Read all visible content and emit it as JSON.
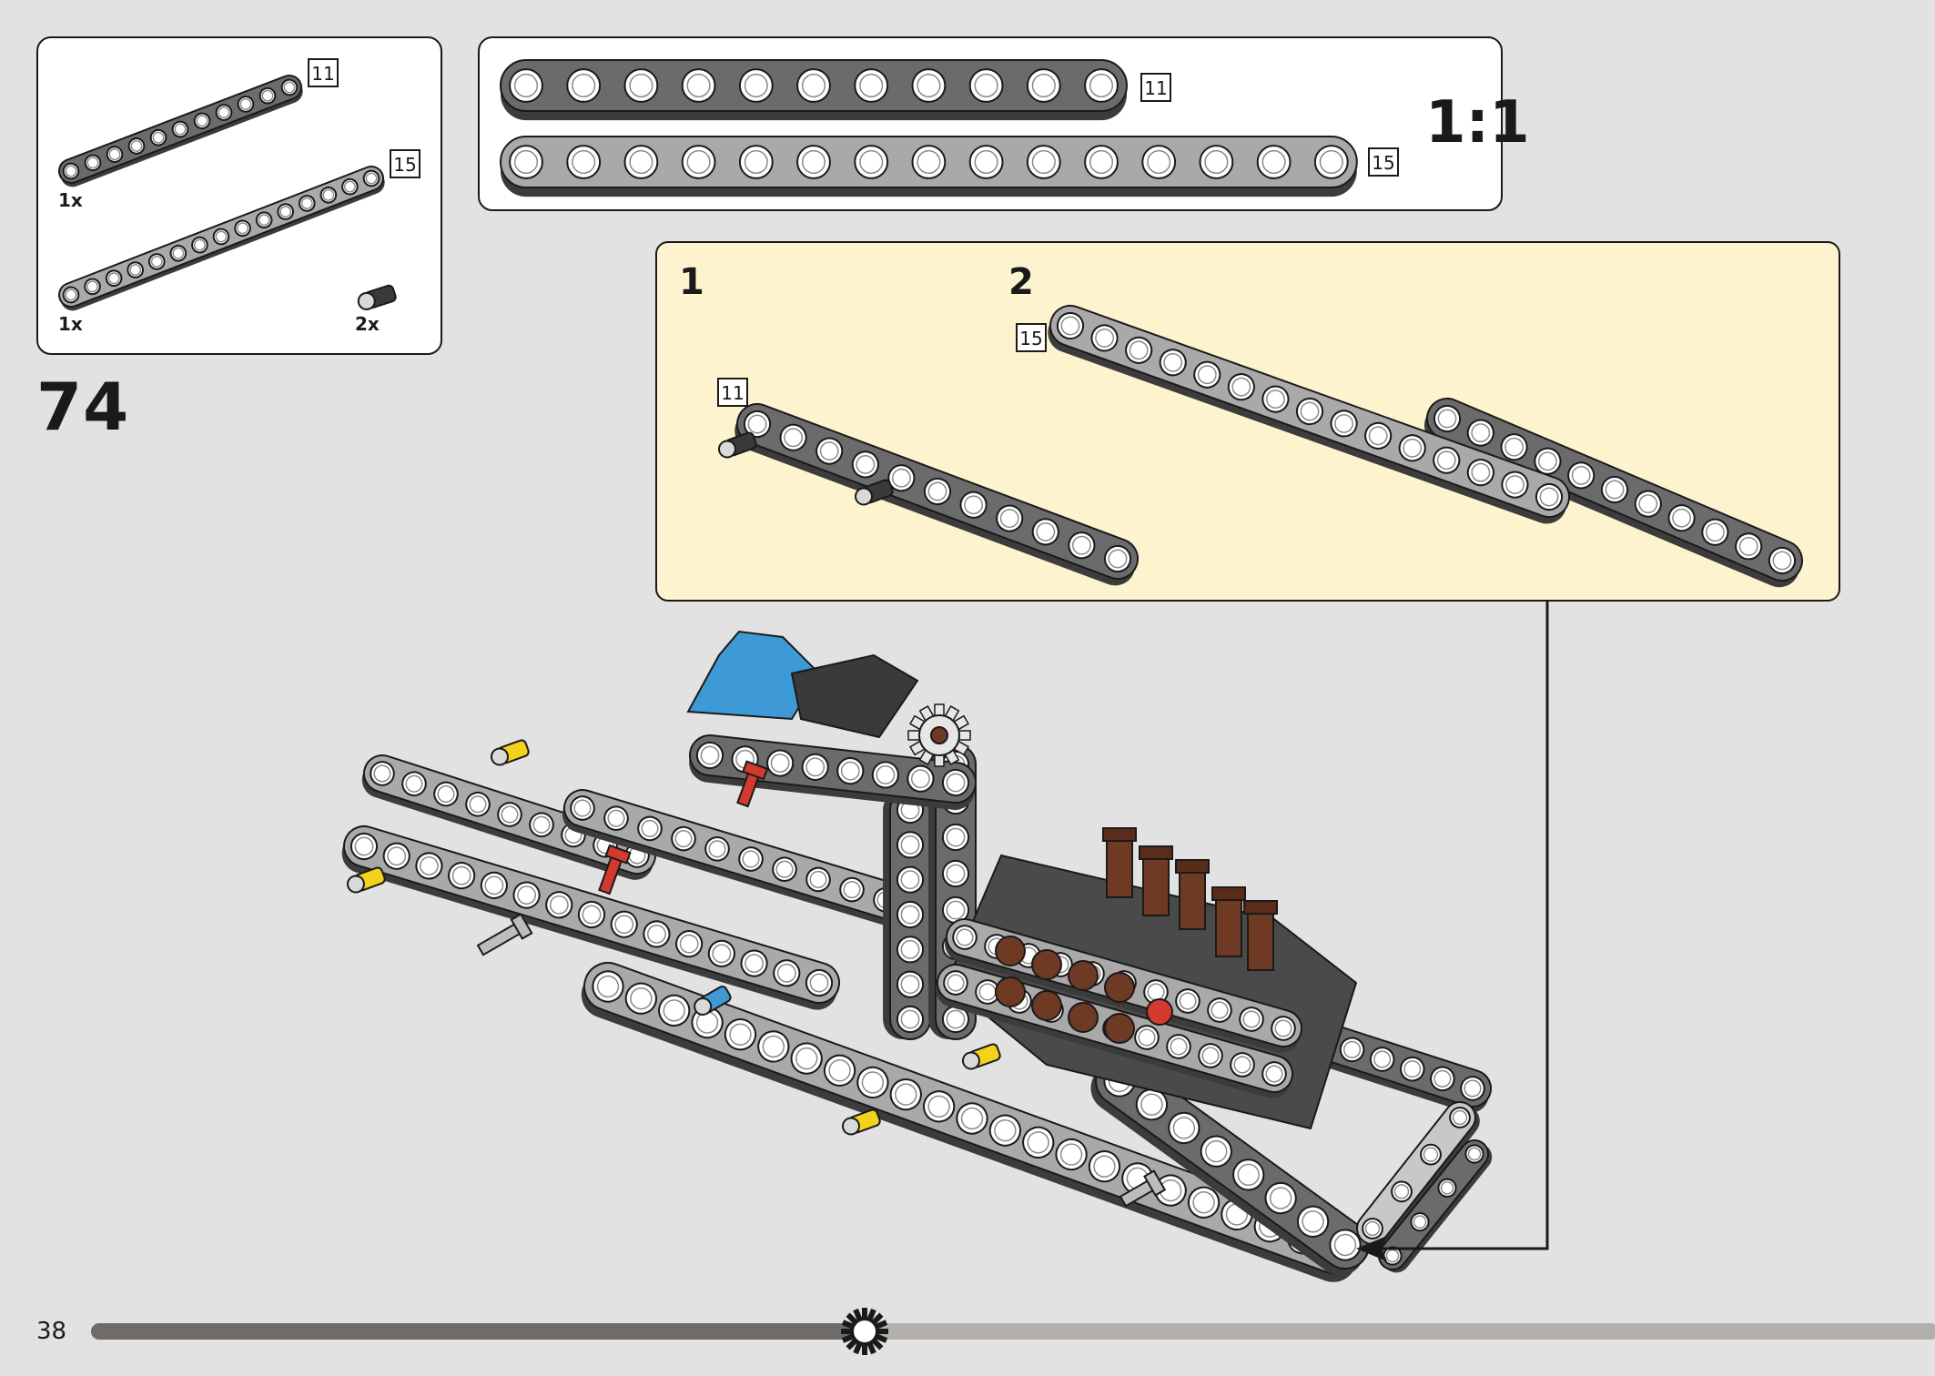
{
  "parts_callout": {
    "items": [
      {
        "length_label": "11",
        "quantity": "1x",
        "color": "#6b6b6b"
      },
      {
        "length_label": "15",
        "quantity": "1x",
        "color": "#a9a9a9"
      },
      {
        "length_label": "",
        "quantity": "2x",
        "color": "#3a3a3a"
      }
    ]
  },
  "scale_box": {
    "scale_label": "1:1",
    "beams": [
      {
        "length_label": "11",
        "holes": 11,
        "color": "#6b6b6b"
      },
      {
        "length_label": "15",
        "holes": 15,
        "color": "#a9a9a9"
      }
    ]
  },
  "step_number": "74",
  "sub_assembly": {
    "steps": [
      {
        "number": "1",
        "beam_label": "11"
      },
      {
        "number": "2",
        "beam_label": "15"
      }
    ]
  },
  "page_number": "38",
  "colors": {
    "background": "#e2e2e2",
    "sub_panel": "#fdf4cf",
    "dark_beam": "#6b6b6b",
    "light_beam": "#a9a9a9",
    "accent_blue": "#3d9ad6",
    "accent_yellow": "#f2d21b",
    "accent_red": "#d23a2e",
    "accent_brown": "#6e3a24"
  }
}
